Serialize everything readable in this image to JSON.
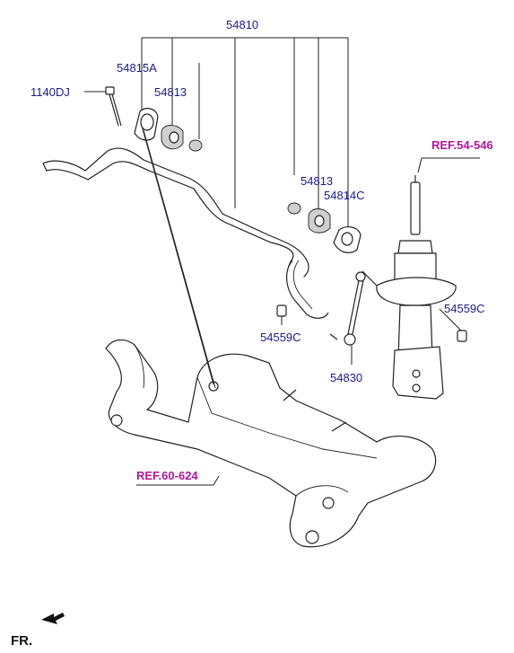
{
  "labels": {
    "assembly": "54810",
    "bracket": "54815A",
    "bolt": "1140DJ",
    "bushing_left": "54813",
    "bushing_right": "54813",
    "bracket_right": "54814C",
    "nut_left": "54559C",
    "nut_right": "54559C",
    "link": "54830"
  },
  "refs": {
    "strut": "REF.54-546",
    "subframe": "REF.60-624"
  },
  "direction": {
    "label": "FR."
  },
  "colors": {
    "part_number": "#1a1a8c",
    "reference": "#b0179a",
    "line": "#222222"
  }
}
